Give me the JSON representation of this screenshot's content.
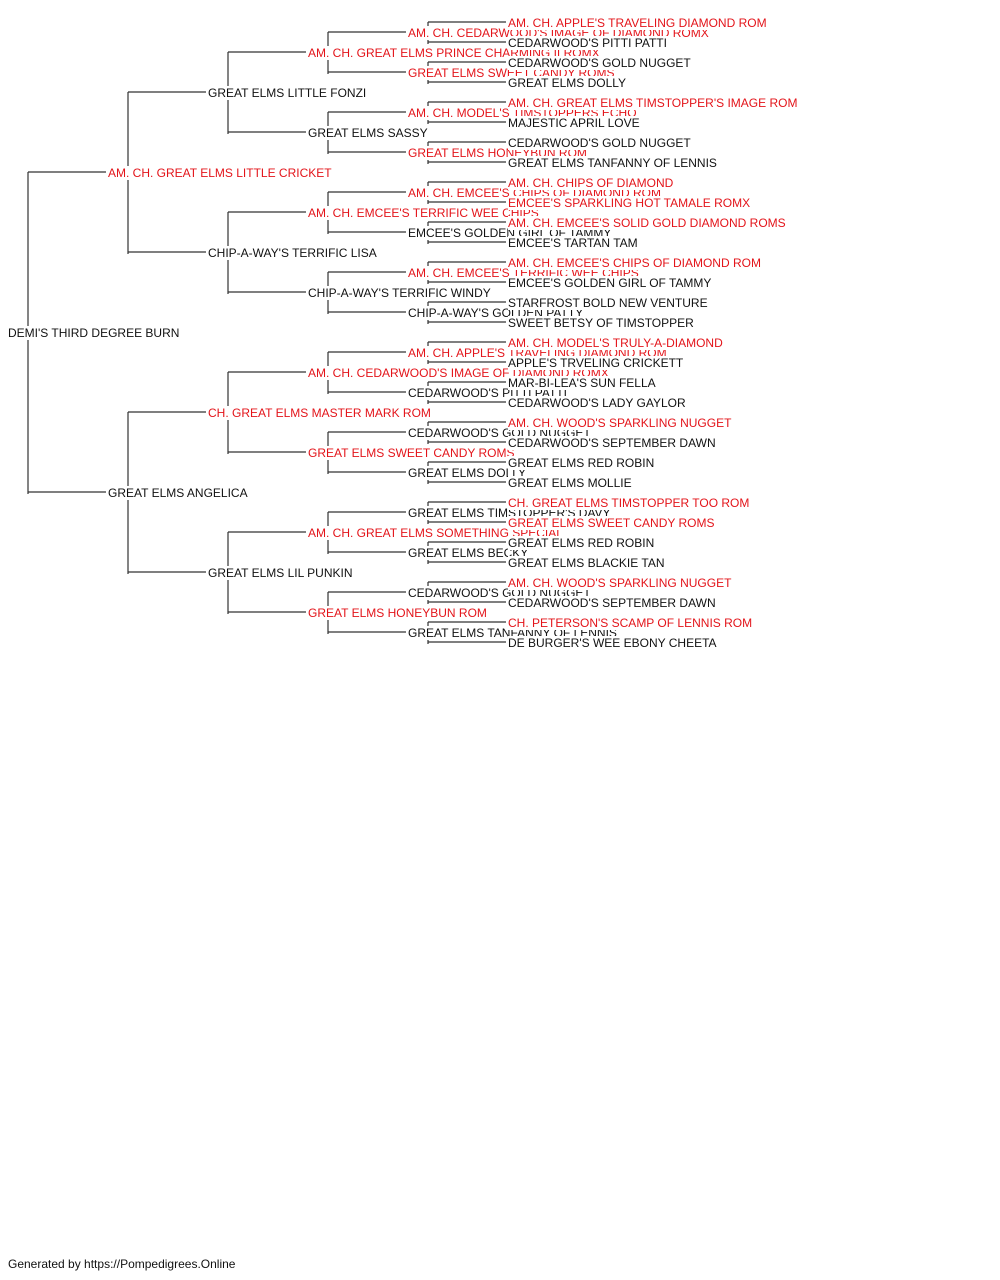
{
  "colors": {
    "champion": "#e3141a",
    "normal": "#111111",
    "line": "#333333"
  },
  "footer": "Generated by https://Pompedigrees.Online",
  "tree": {
    "name": "DEMI'S THIRD DEGREE BURN",
    "red": false,
    "children": [
      {
        "name": "AM. CH. GREAT ELMS LITTLE CRICKET",
        "red": true,
        "children": [
          {
            "name": "GREAT ELMS LITTLE FONZI",
            "red": false,
            "children": [
              {
                "name": "AM. CH. GREAT ELMS PRINCE CHARMING II ROMX",
                "red": true,
                "children": [
                  {
                    "name": "AM. CH. CEDARWOOD'S IMAGE OF DIAMOND ROMX",
                    "red": true,
                    "children": [
                      {
                        "name": "AM. CH. APPLE'S TRAVELING DIAMOND ROM",
                        "red": true
                      },
                      {
                        "name": "CEDARWOOD'S PITTI PATTI",
                        "red": false
                      }
                    ]
                  },
                  {
                    "name": "GREAT ELMS SWEET CANDY ROMS",
                    "red": true,
                    "children": [
                      {
                        "name": "CEDARWOOD'S GOLD NUGGET",
                        "red": false
                      },
                      {
                        "name": "GREAT ELMS DOLLY",
                        "red": false
                      }
                    ]
                  }
                ]
              },
              {
                "name": "GREAT ELMS SASSY",
                "red": false,
                "children": [
                  {
                    "name": "AM. CH. MODEL'S TIMSTOPPERS ECHO",
                    "red": true,
                    "children": [
                      {
                        "name": "AM. CH. GREAT ELMS TIMSTOPPER'S IMAGE ROM",
                        "red": true
                      },
                      {
                        "name": "MAJESTIC APRIL LOVE",
                        "red": false
                      }
                    ]
                  },
                  {
                    "name": "GREAT ELMS HONEYBUN ROM",
                    "red": true,
                    "children": [
                      {
                        "name": "CEDARWOOD'S GOLD NUGGET",
                        "red": false
                      },
                      {
                        "name": "GREAT ELMS TANFANNY OF LENNIS",
                        "red": false
                      }
                    ]
                  }
                ]
              }
            ]
          },
          {
            "name": "CHIP-A-WAY'S TERRIFIC LISA",
            "red": false,
            "children": [
              {
                "name": "AM. CH. EMCEE'S TERRIFIC WEE CHIPS",
                "red": true,
                "children": [
                  {
                    "name": "AM. CH. EMCEE'S CHIPS OF DIAMOND ROM",
                    "red": true,
                    "children": [
                      {
                        "name": "AM. CH. CHIPS OF DIAMOND",
                        "red": true
                      },
                      {
                        "name": "EMCEE'S SPARKLING HOT TAMALE ROMX",
                        "red": true
                      }
                    ]
                  },
                  {
                    "name": "EMCEE'S GOLDEN GIRL OF TAMMY",
                    "red": false,
                    "children": [
                      {
                        "name": "AM. CH. EMCEE'S SOLID GOLD DIAMOND ROMS",
                        "red": true
                      },
                      {
                        "name": "EMCEE'S TARTAN TAM",
                        "red": false
                      }
                    ]
                  }
                ]
              },
              {
                "name": "CHIP-A-WAY'S TERRIFIC WINDY",
                "red": false,
                "children": [
                  {
                    "name": "AM. CH. EMCEE'S TERRIFIC WEE CHIPS",
                    "red": true,
                    "children": [
                      {
                        "name": "AM. CH. EMCEE'S CHIPS OF DIAMOND ROM",
                        "red": true
                      },
                      {
                        "name": "EMCEE'S GOLDEN GIRL OF TAMMY",
                        "red": false
                      }
                    ]
                  },
                  {
                    "name": "CHIP-A-WAY'S GOLDEN PATTY",
                    "red": false,
                    "children": [
                      {
                        "name": "STARFROST BOLD NEW VENTURE",
                        "red": false
                      },
                      {
                        "name": "SWEET BETSY OF TIMSTOPPER",
                        "red": false
                      }
                    ]
                  }
                ]
              }
            ]
          }
        ]
      },
      {
        "name": "GREAT ELMS ANGELICA",
        "red": false,
        "children": [
          {
            "name": "CH. GREAT ELMS MASTER MARK ROM",
            "red": true,
            "children": [
              {
                "name": "AM. CH. CEDARWOOD'S IMAGE OF DIAMOND ROMX",
                "red": true,
                "children": [
                  {
                    "name": "AM. CH. APPLE'S TRAVELING DIAMOND ROM",
                    "red": true,
                    "children": [
                      {
                        "name": "AM. CH. MODEL'S TRULY-A-DIAMOND",
                        "red": true
                      },
                      {
                        "name": "APPLE'S TRVELING CRICKETT",
                        "red": false
                      }
                    ]
                  },
                  {
                    "name": "CEDARWOOD'S PITTI PATTI",
                    "red": false,
                    "children": [
                      {
                        "name": "MAR-BI-LEA'S SUN FELLA",
                        "red": false
                      },
                      {
                        "name": "CEDARWOOD'S LADY GAYLOR",
                        "red": false
                      }
                    ]
                  }
                ]
              },
              {
                "name": "GREAT ELMS SWEET CANDY ROMS",
                "red": true,
                "children": [
                  {
                    "name": "CEDARWOOD'S GOLD NUGGET",
                    "red": false,
                    "children": [
                      {
                        "name": "AM. CH. WOOD'S SPARKLING NUGGET",
                        "red": true
                      },
                      {
                        "name": "CEDARWOOD'S SEPTEMBER DAWN",
                        "red": false
                      }
                    ]
                  },
                  {
                    "name": "GREAT ELMS DOLLY",
                    "red": false,
                    "children": [
                      {
                        "name": "GREAT ELMS RED ROBIN",
                        "red": false
                      },
                      {
                        "name": "GREAT ELMS MOLLIE",
                        "red": false
                      }
                    ]
                  }
                ]
              }
            ]
          },
          {
            "name": "GREAT ELMS LIL PUNKIN",
            "red": false,
            "children": [
              {
                "name": "AM. CH. GREAT ELMS SOMETHING SPECIAL",
                "red": true,
                "children": [
                  {
                    "name": "GREAT ELMS TIMSTOPPER'S DAVY",
                    "red": false,
                    "children": [
                      {
                        "name": "CH. GREAT ELMS TIMSTOPPER TOO ROM",
                        "red": true
                      },
                      {
                        "name": "GREAT ELMS SWEET CANDY ROMS",
                        "red": true
                      }
                    ]
                  },
                  {
                    "name": "GREAT ELMS BECKY",
                    "red": false,
                    "children": [
                      {
                        "name": "GREAT ELMS RED ROBIN",
                        "red": false
                      },
                      {
                        "name": "GREAT ELMS BLACKIE TAN",
                        "red": false
                      }
                    ]
                  }
                ]
              },
              {
                "name": "GREAT ELMS HONEYBUN ROM",
                "red": true,
                "children": [
                  {
                    "name": "CEDARWOOD'S GOLD NUGGET",
                    "red": false,
                    "children": [
                      {
                        "name": "AM. CH. WOOD'S SPARKLING NUGGET",
                        "red": true
                      },
                      {
                        "name": "CEDARWOOD'S SEPTEMBER DAWN",
                        "red": false
                      }
                    ]
                  },
                  {
                    "name": "GREAT ELMS TANFANNY OF LENNIS",
                    "red": false,
                    "children": [
                      {
                        "name": "CH. PETERSON'S SCAMP OF LENNIS ROM",
                        "red": true
                      },
                      {
                        "name": "DE BURGER'S WEE EBONY CHEETA",
                        "red": false
                      }
                    ]
                  }
                ]
              }
            ]
          }
        ]
      }
    ]
  }
}
